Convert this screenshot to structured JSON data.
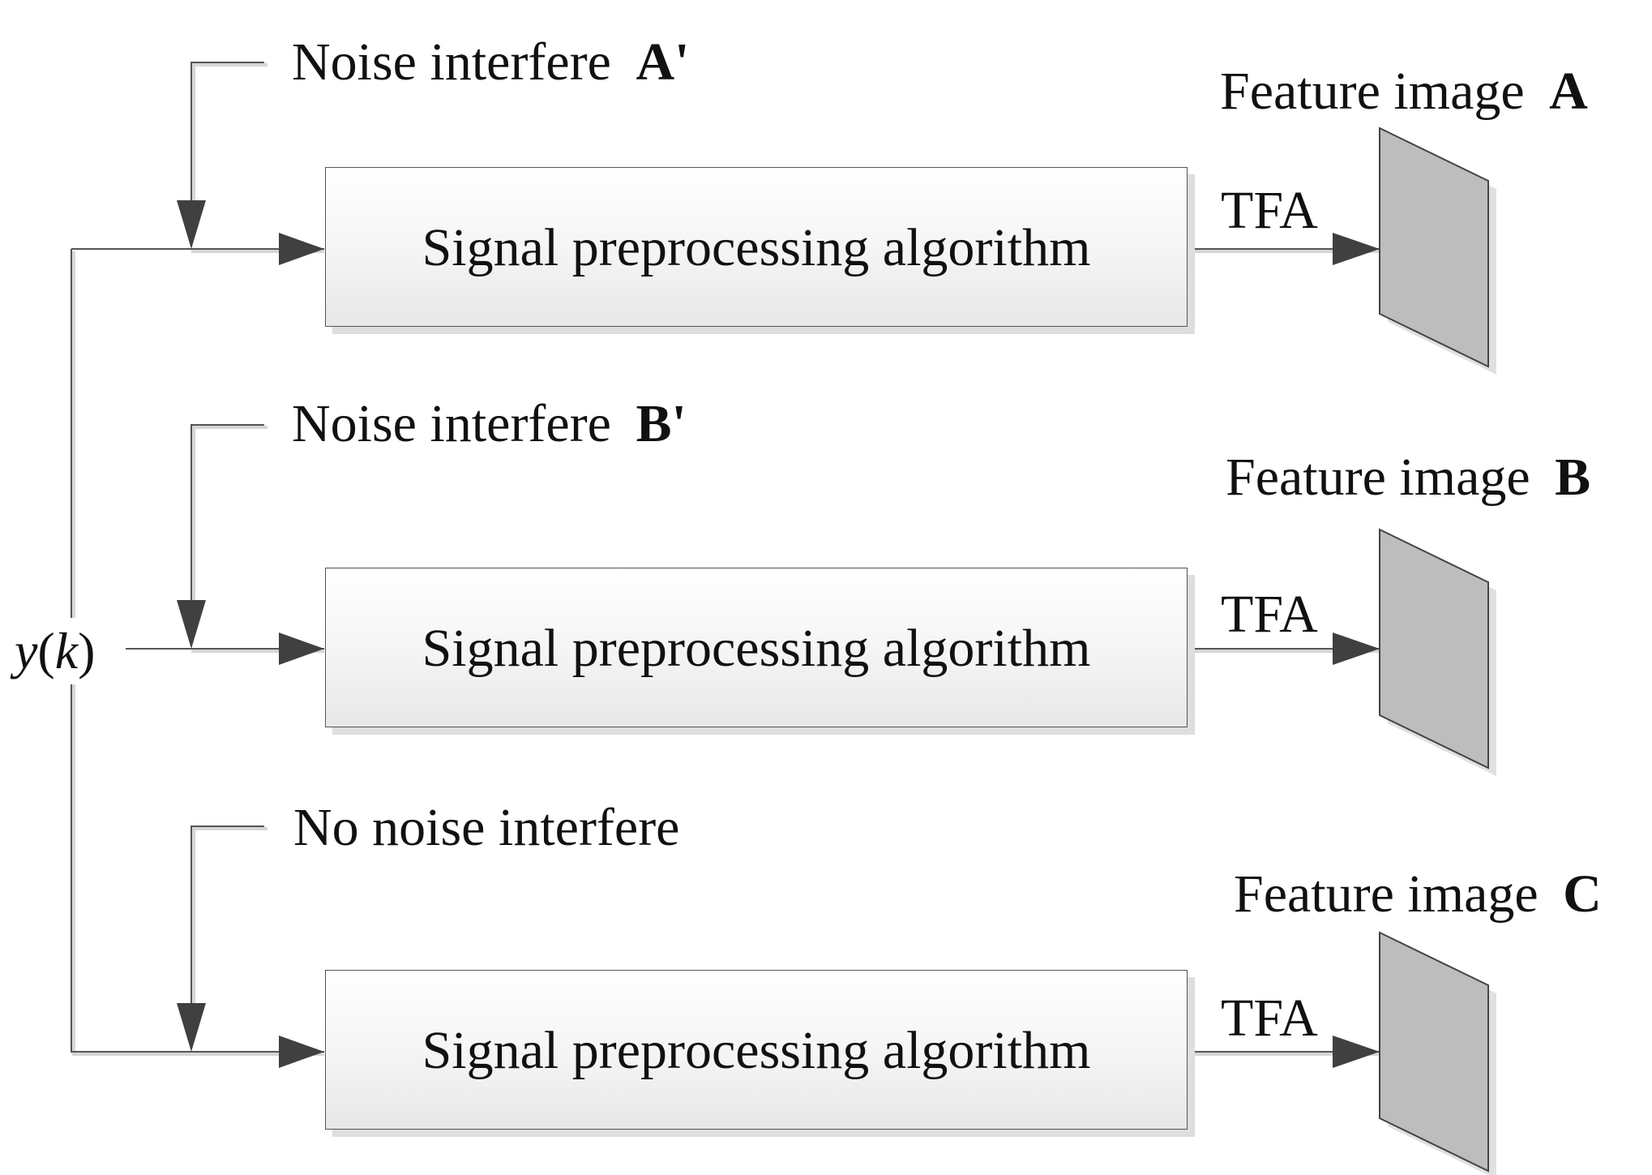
{
  "input_signal": {
    "name": "y",
    "open": "(",
    "arg": "k",
    "close": ")"
  },
  "branches": [
    {
      "noise_label": "Noise interfere",
      "noise_symbol": "A'",
      "block_label": "Signal preprocessing algorithm",
      "transform_label": "TFA",
      "output_label": "Feature image",
      "output_symbol": "A"
    },
    {
      "noise_label": "Noise interfere",
      "noise_symbol": "B'",
      "block_label": "Signal preprocessing algorithm",
      "transform_label": "TFA",
      "output_label": "Feature image",
      "output_symbol": "B"
    },
    {
      "noise_label": "No noise interfere",
      "noise_symbol": "",
      "block_label": "Signal preprocessing algorithm",
      "transform_label": "TFA",
      "output_label": "Feature image",
      "output_symbol": "C"
    }
  ],
  "colors": {
    "line": "#555555",
    "arrow": "#404040",
    "feature_image_fill": "#bdbdbd",
    "box_fill": "#f2f2f2"
  }
}
